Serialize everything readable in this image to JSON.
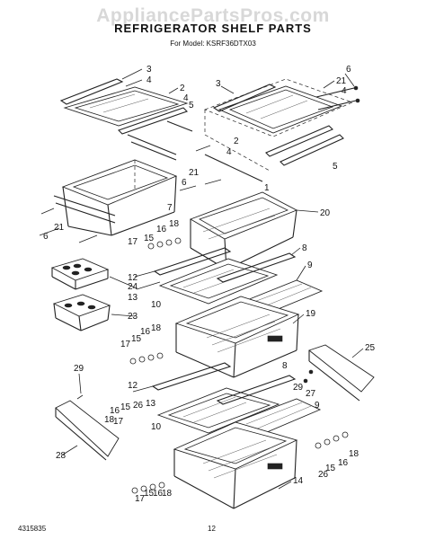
{
  "watermark": "AppliancePartsPros.com",
  "title": "REFRIGERATOR SHELF PARTS",
  "subtitle": "For Model: KSRF36DTX03",
  "footer": {
    "doc_number": "4315835",
    "page_number": "12"
  },
  "callouts": {
    "c3a": "3",
    "c4a": "4",
    "c2a": "2",
    "c4b": "4",
    "c5a": "5",
    "c3b": "3",
    "c6a": "6",
    "c21a": "21",
    "c4c": "4",
    "c2b": "2",
    "c4d": "4",
    "c5b": "5",
    "c21b": "21",
    "c6b": "6",
    "c1": "1",
    "c7": "7",
    "c21c": "21",
    "c6c": "6",
    "c20": "20",
    "c17a": "17",
    "c15a": "15",
    "c16a": "16",
    "c18a": "18",
    "c8a": "8",
    "c12a": "12",
    "c24": "24",
    "c13a": "13",
    "c9a": "9",
    "c10a": "10",
    "c23": "23",
    "c19": "19",
    "c17b": "17",
    "c15b": "15",
    "c16b": "16",
    "c18b": "18",
    "c29a": "29",
    "c12b": "12",
    "c26a": "26",
    "c13b": "13",
    "c8b": "8",
    "c9b": "9",
    "c10b": "10",
    "c18c": "18",
    "c16c": "16",
    "c15c": "15",
    "c17c": "17",
    "c28": "28",
    "c25": "25",
    "c29b": "29",
    "c27": "27",
    "c14": "14",
    "c26b": "26",
    "c15d": "15",
    "c16d": "16",
    "c18d": "18",
    "c17d": "17",
    "c15e": "15",
    "c16e": "16",
    "c18e": "18"
  }
}
